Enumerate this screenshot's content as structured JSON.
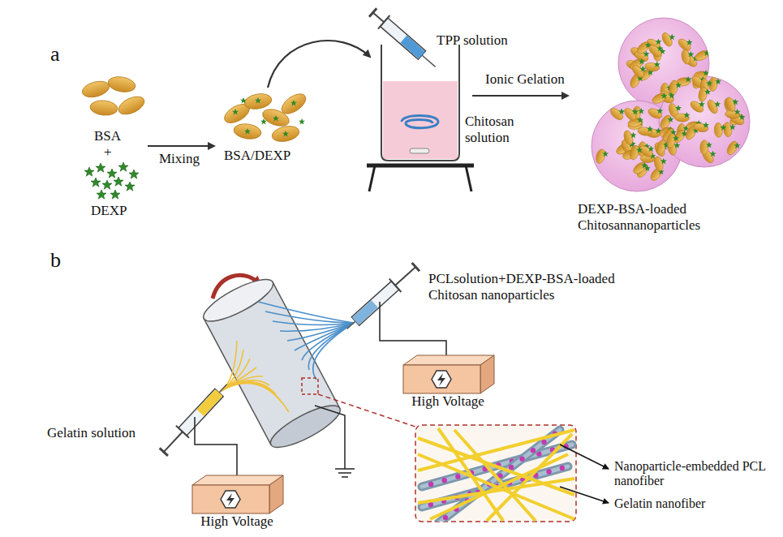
{
  "diagram": {
    "nodes": [
      {
        "text": [
          "High Voltage"
        ]
      },
      {
        "text": [
          "High Voltage"
        ]
      }
    ],
    "labels": [
      "a",
      "BSA",
      "+",
      "DEXP",
      "Mixing",
      "BSA/DEXP",
      "TPP solution",
      "Chitosan solution",
      "Ionic Gelation",
      "DEXP-BSA-loaded Chitosannanoparticles",
      "b",
      "PCLsolution+DEXP-BSA-loaded Chitosan nanoparticles",
      "Gelatin solution",
      "Nanoparticle-embedded PCL nanofiber",
      "Gelatin nanofiber"
    ]
  }
}
